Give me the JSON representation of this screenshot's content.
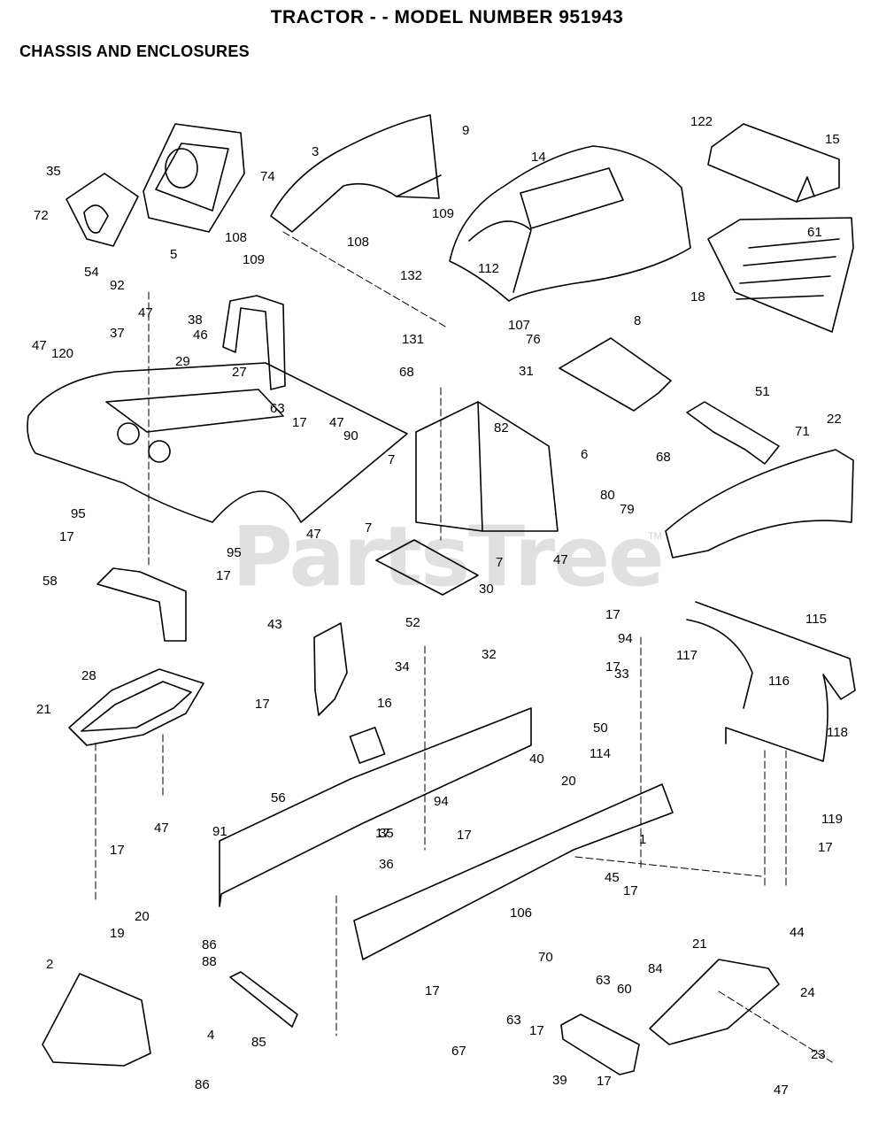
{
  "header": {
    "title": "TRACTOR - - MODEL NUMBER 951943",
    "subtitle": "CHASSIS AND ENCLOSURES"
  },
  "watermark": {
    "text": "PartsTree",
    "tm": "TM"
  },
  "callouts": [
    {
      "t": "35"
    },
    {
      "t": "72"
    },
    {
      "t": "54"
    },
    {
      "t": "92"
    },
    {
      "t": "5"
    },
    {
      "t": "108"
    },
    {
      "t": "74"
    },
    {
      "t": "109"
    },
    {
      "t": "3"
    },
    {
      "t": "9"
    },
    {
      "t": "14"
    },
    {
      "t": "109"
    },
    {
      "t": "108"
    },
    {
      "t": "132"
    },
    {
      "t": "112"
    },
    {
      "t": "122"
    },
    {
      "t": "15"
    },
    {
      "t": "61"
    },
    {
      "t": "18"
    },
    {
      "t": "38"
    },
    {
      "t": "46"
    },
    {
      "t": "29"
    },
    {
      "t": "27"
    },
    {
      "t": "63"
    },
    {
      "t": "17"
    },
    {
      "t": "47"
    },
    {
      "t": "47"
    },
    {
      "t": "120"
    },
    {
      "t": "37"
    },
    {
      "t": "131"
    },
    {
      "t": "107"
    },
    {
      "t": "76"
    },
    {
      "t": "8"
    },
    {
      "t": "68"
    },
    {
      "t": "31"
    },
    {
      "t": "68"
    },
    {
      "t": "51"
    },
    {
      "t": "71"
    },
    {
      "t": "22"
    },
    {
      "t": "47"
    },
    {
      "t": "90"
    },
    {
      "t": "82"
    },
    {
      "t": "7"
    },
    {
      "t": "6"
    },
    {
      "t": "80"
    },
    {
      "t": "79"
    },
    {
      "t": "7"
    },
    {
      "t": "47"
    },
    {
      "t": "7"
    },
    {
      "t": "30"
    },
    {
      "t": "95"
    },
    {
      "t": "47"
    },
    {
      "t": "17"
    },
    {
      "t": "95"
    },
    {
      "t": "17"
    },
    {
      "t": "58"
    },
    {
      "t": "17"
    },
    {
      "t": "94"
    },
    {
      "t": "17"
    },
    {
      "t": "115"
    },
    {
      "t": "117"
    },
    {
      "t": "116"
    },
    {
      "t": "43"
    },
    {
      "t": "52"
    },
    {
      "t": "32"
    },
    {
      "t": "34"
    },
    {
      "t": "33"
    },
    {
      "t": "28"
    },
    {
      "t": "21"
    },
    {
      "t": "17"
    },
    {
      "t": "16"
    },
    {
      "t": "50"
    },
    {
      "t": "118"
    },
    {
      "t": "114"
    },
    {
      "t": "56"
    },
    {
      "t": "40"
    },
    {
      "t": "20"
    },
    {
      "t": "17"
    },
    {
      "t": "119"
    },
    {
      "t": "47"
    },
    {
      "t": "17"
    },
    {
      "t": "91"
    },
    {
      "t": "94"
    },
    {
      "t": "35"
    },
    {
      "t": "17"
    },
    {
      "t": "36"
    },
    {
      "t": "1"
    },
    {
      "t": "17"
    },
    {
      "t": "20"
    },
    {
      "t": "19"
    },
    {
      "t": "45"
    },
    {
      "t": "17"
    },
    {
      "t": "106"
    },
    {
      "t": "70"
    },
    {
      "t": "63"
    },
    {
      "t": "60"
    },
    {
      "t": "84"
    },
    {
      "t": "21"
    },
    {
      "t": "44"
    },
    {
      "t": "86"
    },
    {
      "t": "88"
    },
    {
      "t": "2"
    },
    {
      "t": "4"
    },
    {
      "t": "17"
    },
    {
      "t": "63"
    },
    {
      "t": "17"
    },
    {
      "t": "85"
    },
    {
      "t": "67"
    },
    {
      "t": "24"
    },
    {
      "t": "39"
    },
    {
      "t": "17"
    },
    {
      "t": "23"
    },
    {
      "t": "47"
    },
    {
      "t": "86"
    }
  ]
}
